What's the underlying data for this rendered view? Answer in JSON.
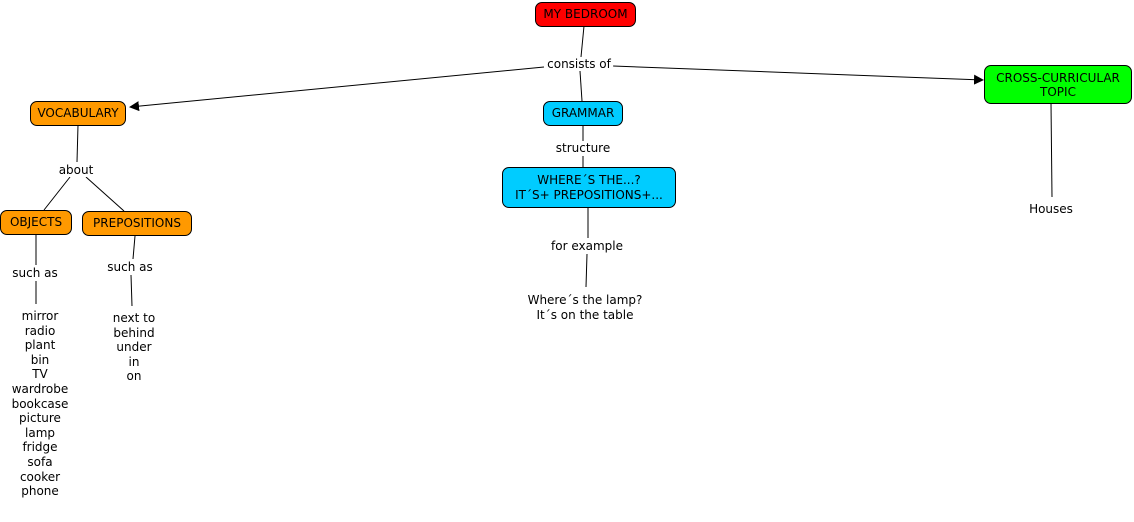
{
  "colors": {
    "root": "#ff0000",
    "vocabulary": "#ff9900",
    "grammar": "#00ccff",
    "cross_curricular": "#00ff00"
  },
  "concept_map": {
    "root": "MY BEDROOM",
    "root_link": "consists of",
    "vocabulary": {
      "title": "VOCABULARY",
      "link": "about",
      "objects": {
        "title": "OBJECTS",
        "link": "such as",
        "items": "mirror\nradio\nplant\nbin\nTV\nwardrobe\nbookcase\npicture\nlamp\nfridge\nsofa\ncooker\nphone"
      },
      "prepositions": {
        "title": "PREPOSITIONS",
        "link": "such as",
        "items": "next to\nbehind\nunder\nin\non"
      }
    },
    "grammar": {
      "title": "GRAMMAR",
      "link": "structure",
      "structure": "WHERE´S THE...?\nIT´S+ PREPOSITIONS+...",
      "example_link": "for example",
      "example": "Where´s the lamp?\nIt´s on the table"
    },
    "cross_curricular": {
      "title": "CROSS-CURRICULAR\nTOPIC",
      "topic": "Houses"
    }
  }
}
